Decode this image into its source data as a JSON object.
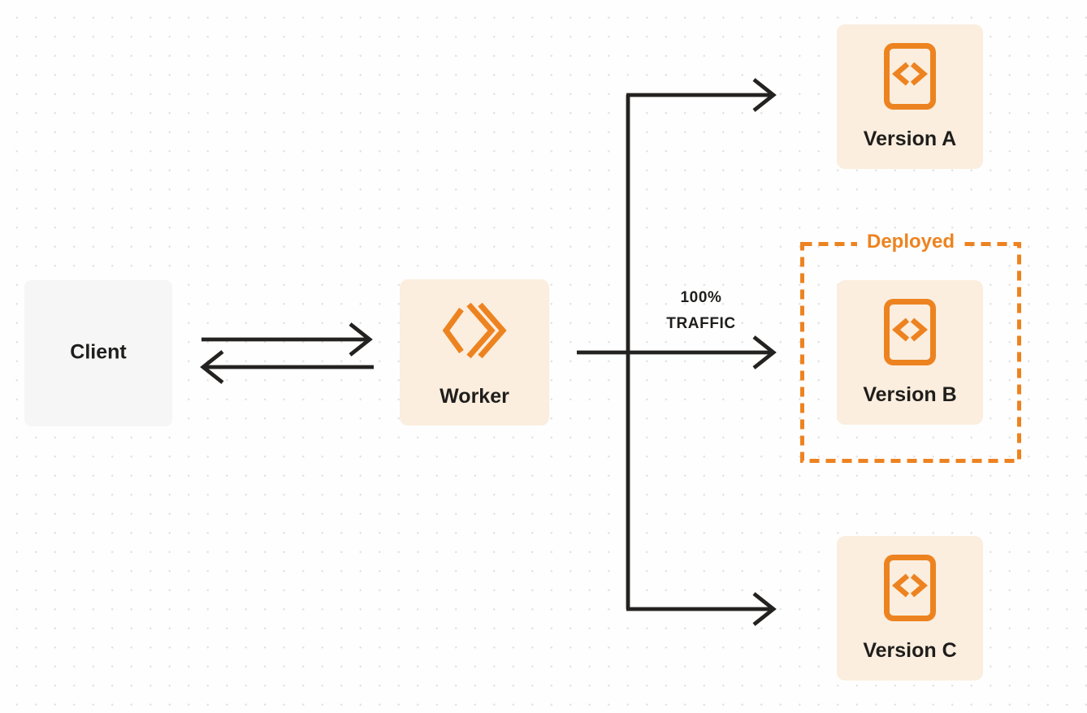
{
  "nodes": {
    "client": {
      "label": "Client"
    },
    "worker": {
      "label": "Worker"
    },
    "version_a": {
      "label": "Version A"
    },
    "version_b": {
      "label": "Version B"
    },
    "version_c": {
      "label": "Version C"
    }
  },
  "annotations": {
    "deployed_group_label": "Deployed",
    "traffic_line1": "100%",
    "traffic_line2": "TRAFFIC"
  },
  "icons": {
    "worker_icon": "workers-double-chevron-icon",
    "version_icon": "code-file-icon"
  },
  "colors": {
    "accent_orange": "#ED8320",
    "node_fill_cream": "#FBEEDE",
    "client_fill_gray": "#F6F6F7",
    "line_and_text_dark": "#242220",
    "dot_grid_gray": "#E3E3E3",
    "background": "#FEFEFE"
  }
}
